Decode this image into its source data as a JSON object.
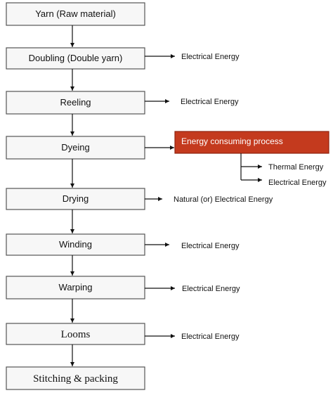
{
  "steps": [
    {
      "label": "Yarn (Raw material)",
      "side": ""
    },
    {
      "label": "Doubling (Double yarn)",
      "side": "Electrical Energy"
    },
    {
      "label": "Reeling",
      "side": "Electrical Energy"
    },
    {
      "label": "Dyeing",
      "side": ""
    },
    {
      "label": "Drying",
      "side": "Natural (or) Electrical Energy"
    },
    {
      "label": "Winding",
      "side": "Electrical Energy"
    },
    {
      "label": "Warping",
      "side": "Electrical Energy"
    },
    {
      "label": "Looms",
      "side": "Electrical Energy"
    },
    {
      "label": "Stitching & packing",
      "side": ""
    }
  ],
  "highlight": {
    "label": "Energy consuming process",
    "outputs": [
      "Thermal Energy",
      "Electrical Energy"
    ]
  },
  "colors": {
    "box_fill": "#f7f7f7",
    "box_border": "#555555",
    "highlight_fill": "#c43a1e",
    "highlight_border": "#8f2410",
    "arrow": "#111111"
  }
}
